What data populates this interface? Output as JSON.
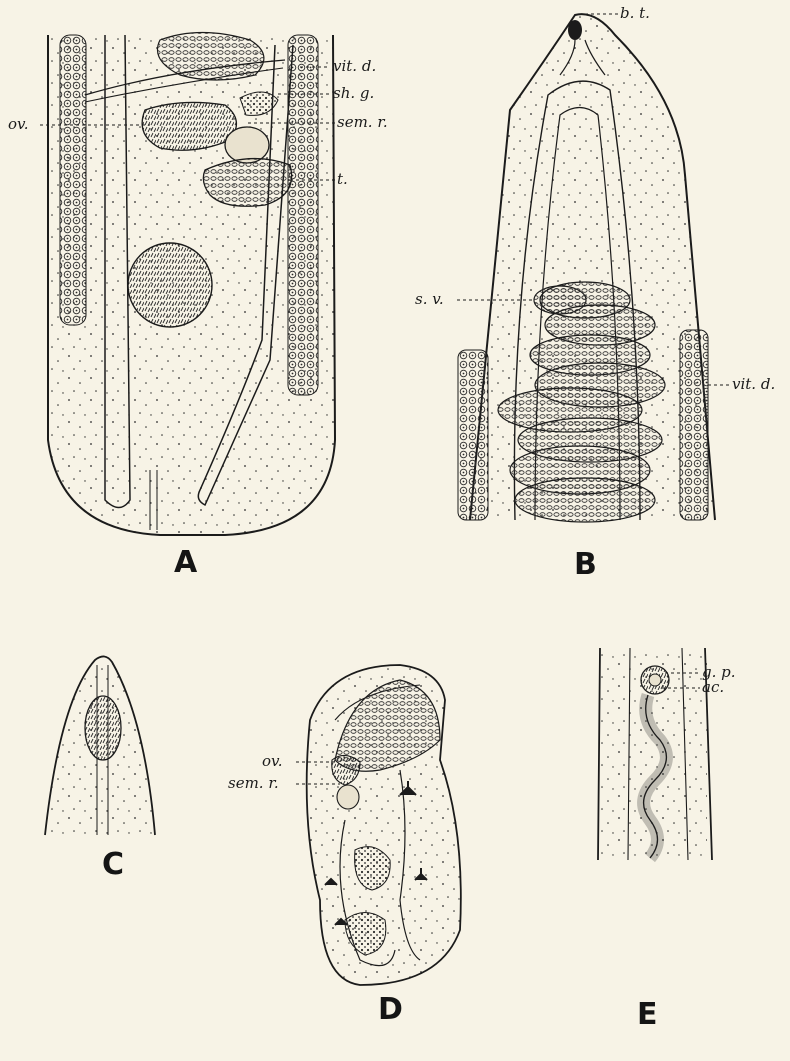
{
  "colors": {
    "paper": "#f7f3e6",
    "ink": "#1b1b1b",
    "organ_fill": "#ddd4bd"
  },
  "panels": {
    "A": {
      "letter": "A",
      "labels": {
        "vit_d": "vit. d.",
        "sh_g": "sh. g.",
        "ov": "ov.",
        "sem_r": "sem. r.",
        "t": "t."
      }
    },
    "B": {
      "letter": "B",
      "labels": {
        "b_t": "b. t.",
        "s_v": "s. v.",
        "vit_d": "vit. d."
      }
    },
    "C": {
      "letter": "C"
    },
    "D": {
      "letter": "D",
      "labels": {
        "ov": "ov.",
        "sem_r": "sem. r."
      }
    },
    "E": {
      "letter": "E",
      "labels": {
        "g_p": "g. p.",
        "ac": "ac."
      }
    }
  }
}
